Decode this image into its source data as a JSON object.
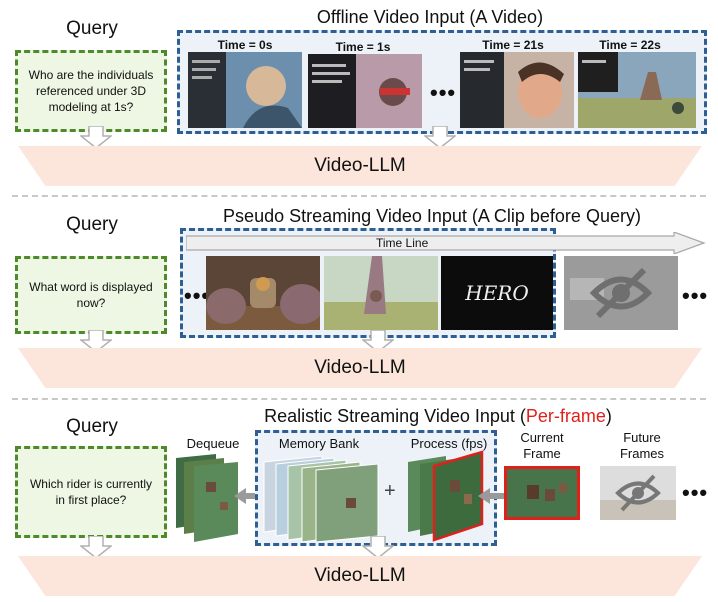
{
  "section1": {
    "query_label": "Query",
    "query_text": "Who are the individuals referenced under 3D modeling at 1s?",
    "title": "Offline Video Input (A Video)",
    "frames": [
      {
        "time": "Time = 0s"
      },
      {
        "time": "Time = 1s"
      },
      {
        "time": "Time = 21s"
      },
      {
        "time": "Time = 22s"
      }
    ],
    "ellipsis": "•••",
    "llm": "Video-LLM"
  },
  "section2": {
    "query_label": "Query",
    "query_text": "What word is displayed now?",
    "title": "Pseudo Streaming Video Input (A Clip before Query)",
    "timeline_label": "Time Line",
    "hero_text": "HERO",
    "ellipsis_left": "•••",
    "ellipsis_right": "•••",
    "llm": "Video-LLM"
  },
  "section3": {
    "query_label": "Query",
    "query_text": "Which rider is currently in first place?",
    "title_main": "Realistic Streaming Video Input (",
    "title_highlight": "Per-frame",
    "title_end": ")",
    "dequeue": "Dequeue",
    "memory_bank": "Memory Bank",
    "process": "Process (fps)",
    "current_frame": "Current Frame",
    "future_frames": "Future Frames",
    "plus": "+",
    "ellipsis": "•••",
    "llm": "Video-LLM"
  },
  "colors": {
    "query_border": "#4c8a2a",
    "query_fill": "#eef6e4",
    "input_border": "#2e5f93",
    "llm_fill": "#fce6dc",
    "highlight_red": "#e0201b",
    "arrow_gray": "#c9c9c9"
  }
}
